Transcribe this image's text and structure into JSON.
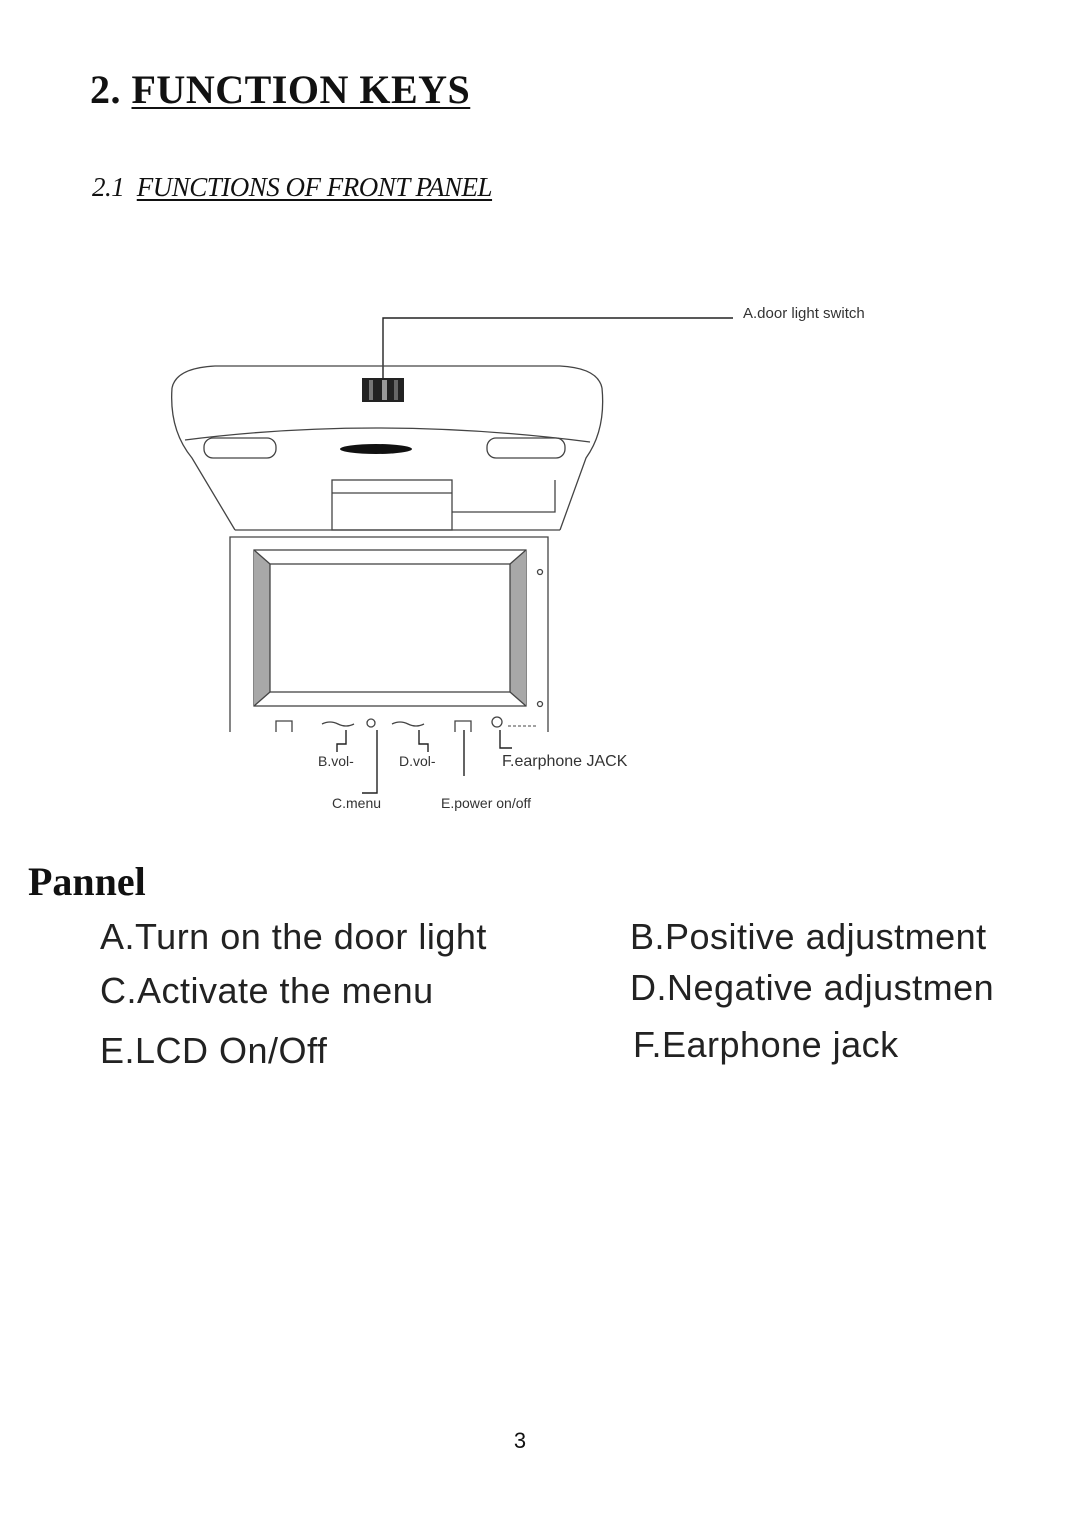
{
  "heading": {
    "number": "2.",
    "title": "FUNCTION KEYS"
  },
  "subheading": {
    "number": "2.1",
    "title": "FUNCTIONS OF FRONT PANEL"
  },
  "diagram": {
    "callouts": {
      "a": "A.door light switch",
      "b": "B.vol-",
      "d": "D.vol-",
      "f": "F.earphone JACK",
      "c": "C.menu",
      "e": "E.power on/off"
    }
  },
  "section_title": "Pannel",
  "functions": {
    "a": "A.Turn on the door light",
    "b": "B.Positive adjustment",
    "c": "C.Activate the menu",
    "d": "D.Negative adjustmen",
    "e": "E.LCD On/Off",
    "f": "F.Earphone jack"
  },
  "page_number": "3"
}
